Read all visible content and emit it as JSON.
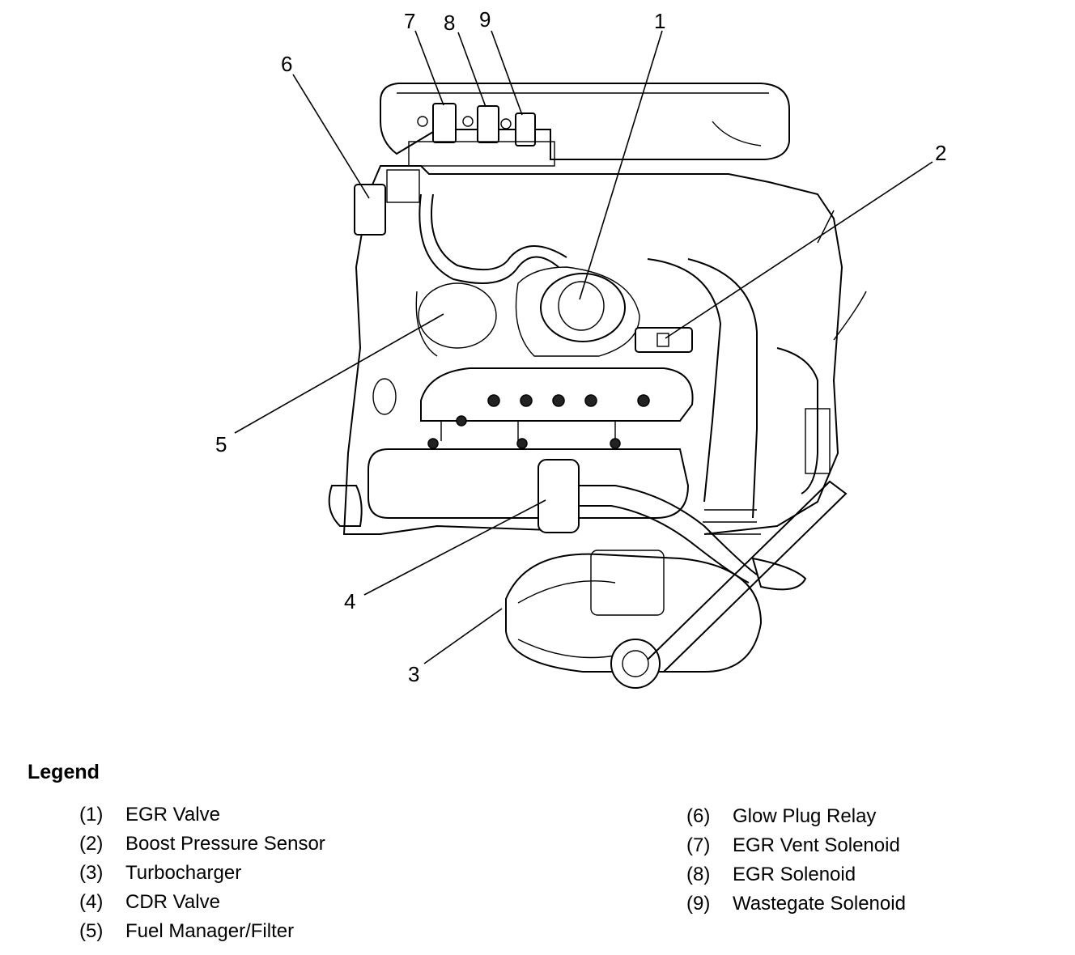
{
  "callouts": [
    "1",
    "2",
    "3",
    "4",
    "5",
    "6",
    "7",
    "8",
    "9"
  ],
  "legend": {
    "title": "Legend",
    "left": [
      {
        "num": "(1)",
        "label": "EGR Valve"
      },
      {
        "num": "(2)",
        "label": "Boost Pressure Sensor"
      },
      {
        "num": "(3)",
        "label": "Turbocharger"
      },
      {
        "num": "(4)",
        "label": "CDR Valve"
      },
      {
        "num": "(5)",
        "label": "Fuel Manager/Filter"
      }
    ],
    "right": [
      {
        "num": "(6)",
        "label": "Glow Plug Relay"
      },
      {
        "num": "(7)",
        "label": "EGR Vent Solenoid"
      },
      {
        "num": "(8)",
        "label": "EGR Solenoid"
      },
      {
        "num": "(9)",
        "label": "Wastegate Solenoid"
      }
    ]
  }
}
